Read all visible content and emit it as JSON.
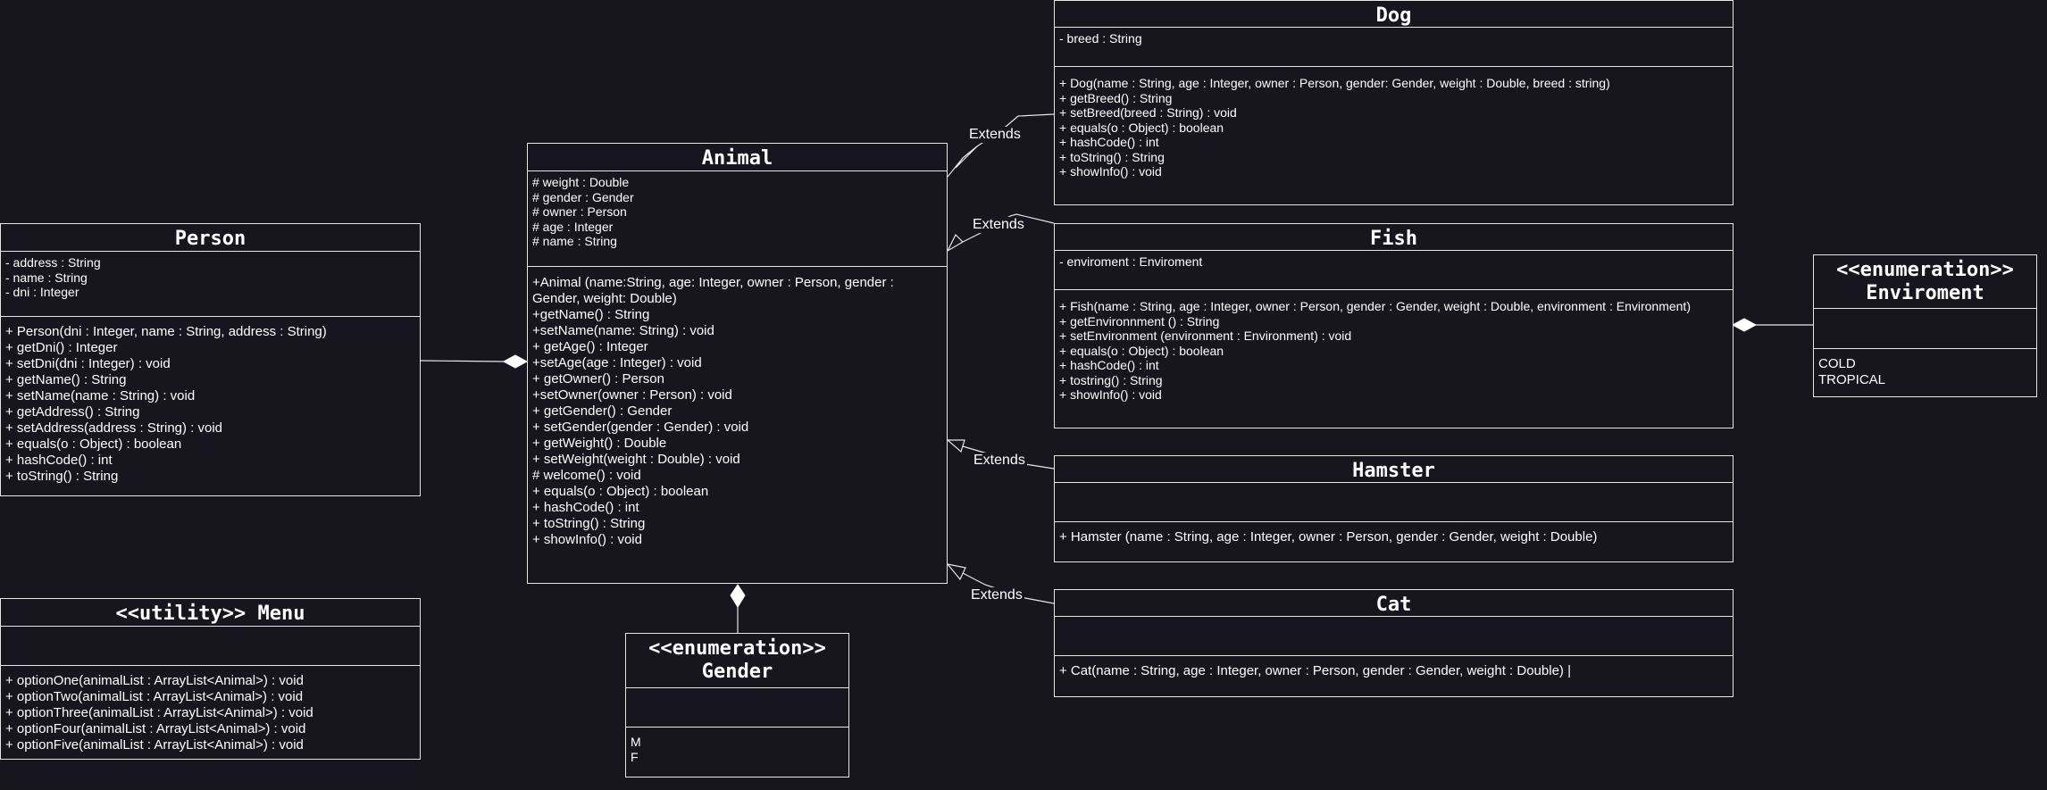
{
  "diagram": {
    "classes": {
      "dog": {
        "name": "Dog",
        "attributes": [
          "- breed : String"
        ],
        "methods": [
          "+ Dog(name : String, age : Integer, owner : Person, gender: Gender, weight : Double, breed : string)",
          "+ getBreed() : String",
          "+ setBreed(breed : String) : void",
          "+ equals(o : Object) : boolean",
          "+ hashCode() : int",
          "+ toString() : String",
          "+ showInfo() : void"
        ]
      },
      "animal": {
        "name": "Animal",
        "attributes": [
          "# weight : Double",
          "# gender : Gender",
          "# owner : Person",
          "# age : Integer",
          "# name : String"
        ],
        "methods": [
          "+Animal (name:String, age: Integer, owner : Person, gender : Gender, weight: Double)",
          "+getName() : String",
          "+setName(name: String) : void",
          "+ getAge() : Integer",
          "+setAge(age : Integer) : void",
          "+ getOwner() : Person",
          "+setOwner(owner : Person) : void",
          "+ getGender() : Gender",
          "+ setGender(gender : Gender) : void",
          "+ getWeight() : Double",
          "+ setWeight(weight : Double) : void",
          "# welcome() : void",
          "+ equals(o : Object) : boolean",
          "+ hashCode() : int",
          "+ toString() : String",
          "+ showInfo() : void"
        ]
      },
      "person": {
        "name": "Person",
        "attributes": [
          "- address : String",
          "- name : String",
          "- dni : Integer"
        ],
        "methods": [
          "+ Person(dni : Integer, name : String, address : String)",
          "+ getDni() : Integer",
          "+ setDni(dni : Integer) : void",
          "+ getName() : String",
          "+ setName(name : String) : void",
          "+ getAddress() : String",
          "+ setAddress(address : String) : void",
          "+ equals(o : Object) : boolean",
          "+ hashCode() : int",
          "+ toString() : String"
        ]
      },
      "fish": {
        "name": "Fish",
        "attributes": [
          "- enviroment : Enviroment"
        ],
        "methods": [
          "+ Fish(name : String, age : Integer, owner : Person, gender : Gender, weight : Double, environment : Environment)",
          "+ getEnvironnment () : String",
          "+ setEnvironment (environment : Environment) : void",
          "+ equals(o : Object) : boolean",
          "+ hashCode() : int",
          "+ tostring() : String",
          "+ showInfo() : void"
        ]
      },
      "enviroment": {
        "name_line1": "<<enumeration>>",
        "name_line2": "Enviroment",
        "attributes": [],
        "values": [
          "COLD",
          "TROPICAL"
        ]
      },
      "hamster": {
        "name": "Hamster",
        "attributes": [],
        "methods": [
          "+ Hamster (name : String, age : Integer, owner : Person, gender : Gender, weight : Double)"
        ]
      },
      "cat": {
        "name": "Cat",
        "attributes": [],
        "methods": [
          "+ Cat(name : String, age : Integer, owner : Person, gender : Gender, weight : Double) |"
        ]
      },
      "menu": {
        "name": "<<utility>> Menu",
        "attributes": [],
        "methods": [
          "+ optionOne(animalList : ArrayList<Animal>) : void",
          "+ optionTwo(animalList : ArrayList<Animal>) : void",
          "+ optionThree(animalList : ArrayList<Animal>) : void",
          "+ optionFour(animalList : ArrayList<Animal>) : void",
          "+ optionFive(animalList : ArrayList<Animal>) : void"
        ]
      },
      "gender": {
        "name_line1": "<<enumeration>>",
        "name_line2": "Gender",
        "attributes": [],
        "values": [
          "M",
          "F"
        ]
      }
    },
    "relations": {
      "dog_label": "Extends",
      "fish_label": "Extends",
      "hamster_label": "Extends",
      "cat_label": "Extends"
    }
  }
}
